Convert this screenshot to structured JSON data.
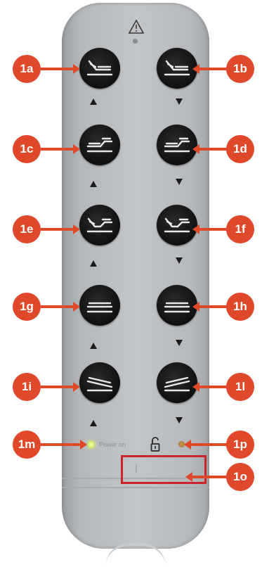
{
  "callouts": {
    "1a": "1a",
    "1b": "1b",
    "1c": "1c",
    "1d": "1d",
    "1e": "1e",
    "1f": "1f",
    "1g": "1g",
    "1h": "1h",
    "1i": "1i",
    "1l": "1l",
    "1m": "1m",
    "1o": "1o",
    "1p": "1p"
  },
  "power_label": "Power on",
  "icons": {
    "warning": "warning-triangle-icon",
    "lock": "unlock-icon",
    "buttons": [
      "head-up-icon",
      "head-down-icon",
      "foot-up-icon",
      "foot-down-icon",
      "head-foot-up-icon",
      "head-foot-down-icon",
      "flat-up-icon",
      "flat-down-icon",
      "tilt-up-icon",
      "tilt-down-icon"
    ]
  },
  "colors": {
    "callout": "#e0482a",
    "highlight_box": "#c8242a",
    "button": "#121212",
    "remote_body": "#c2c5c8"
  }
}
